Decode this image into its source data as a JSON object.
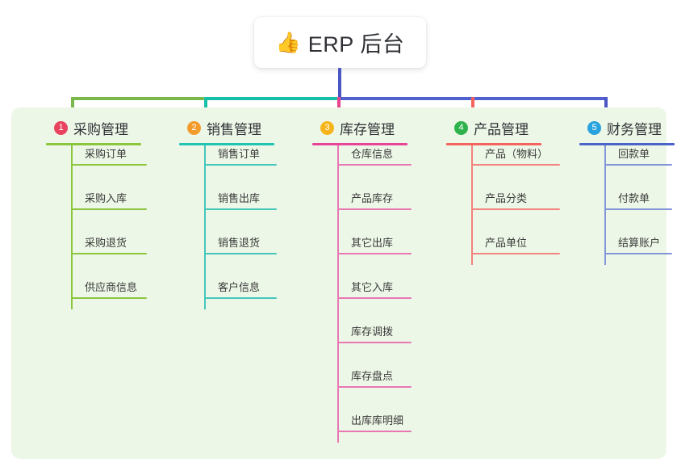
{
  "root": {
    "emoji": "👍",
    "emoji_name": "thumbs-up-icon",
    "title": "ERP 后台"
  },
  "colors": {
    "panel_background": "#edf7e7",
    "page_background": "#ffffff",
    "root_stem": "#4a56c4",
    "bar_left": "#79b84a",
    "bar_middle": "#17bfa8",
    "bar_right": "#5161d0",
    "drop_1": "#79b84a",
    "drop_2": "#17bfa8",
    "drop_3": "#e8438f",
    "drop_4": "#f4635e",
    "drop_5": "#4a56c4"
  },
  "columns": [
    {
      "index": "1",
      "label": "采购管理",
      "badge_color": "#e8445f",
      "rule_color": "#8cc63f",
      "leaf_color": "#8cc63f",
      "rule_width": 118,
      "leaf_width": 94,
      "leaves": [
        "采购订单",
        "采购入库",
        "采购退货",
        "供应商信息"
      ]
    },
    {
      "index": "2",
      "label": "销售管理",
      "badge_color": "#f39c2d",
      "rule_color": "#1fc4b3",
      "leaf_color": "#45c7bb",
      "rule_width": 118,
      "leaf_width": 90,
      "leaves": [
        "销售订单",
        "销售出库",
        "销售退货",
        "客户信息"
      ]
    },
    {
      "index": "3",
      "label": "库存管理",
      "badge_color": "#f5b51a",
      "rule_color": "#e8449a",
      "leaf_color": "#e878b4",
      "rule_width": 118,
      "leaf_width": 92,
      "leaves": [
        "仓库信息",
        "产品库存",
        "其它出库",
        "其它入库",
        "库存调拨",
        "库存盘点",
        "出库库明细"
      ]
    },
    {
      "index": "4",
      "label": "产品管理",
      "badge_color": "#2eb24c",
      "rule_color": "#f4635e",
      "leaf_color": "#f4847f",
      "rule_width": 118,
      "leaf_width": 110,
      "leaves": [
        "产品（物料）",
        "产品分类",
        "产品单位"
      ]
    },
    {
      "index": "5",
      "label": "财务管理",
      "badge_color": "#29a3dd",
      "rule_color": "#4a63c8",
      "leaf_color": "#8296d8",
      "rule_width": 118,
      "leaf_width": 84,
      "leaves": [
        "回款单",
        "付款单",
        "结算账户"
      ]
    }
  ]
}
